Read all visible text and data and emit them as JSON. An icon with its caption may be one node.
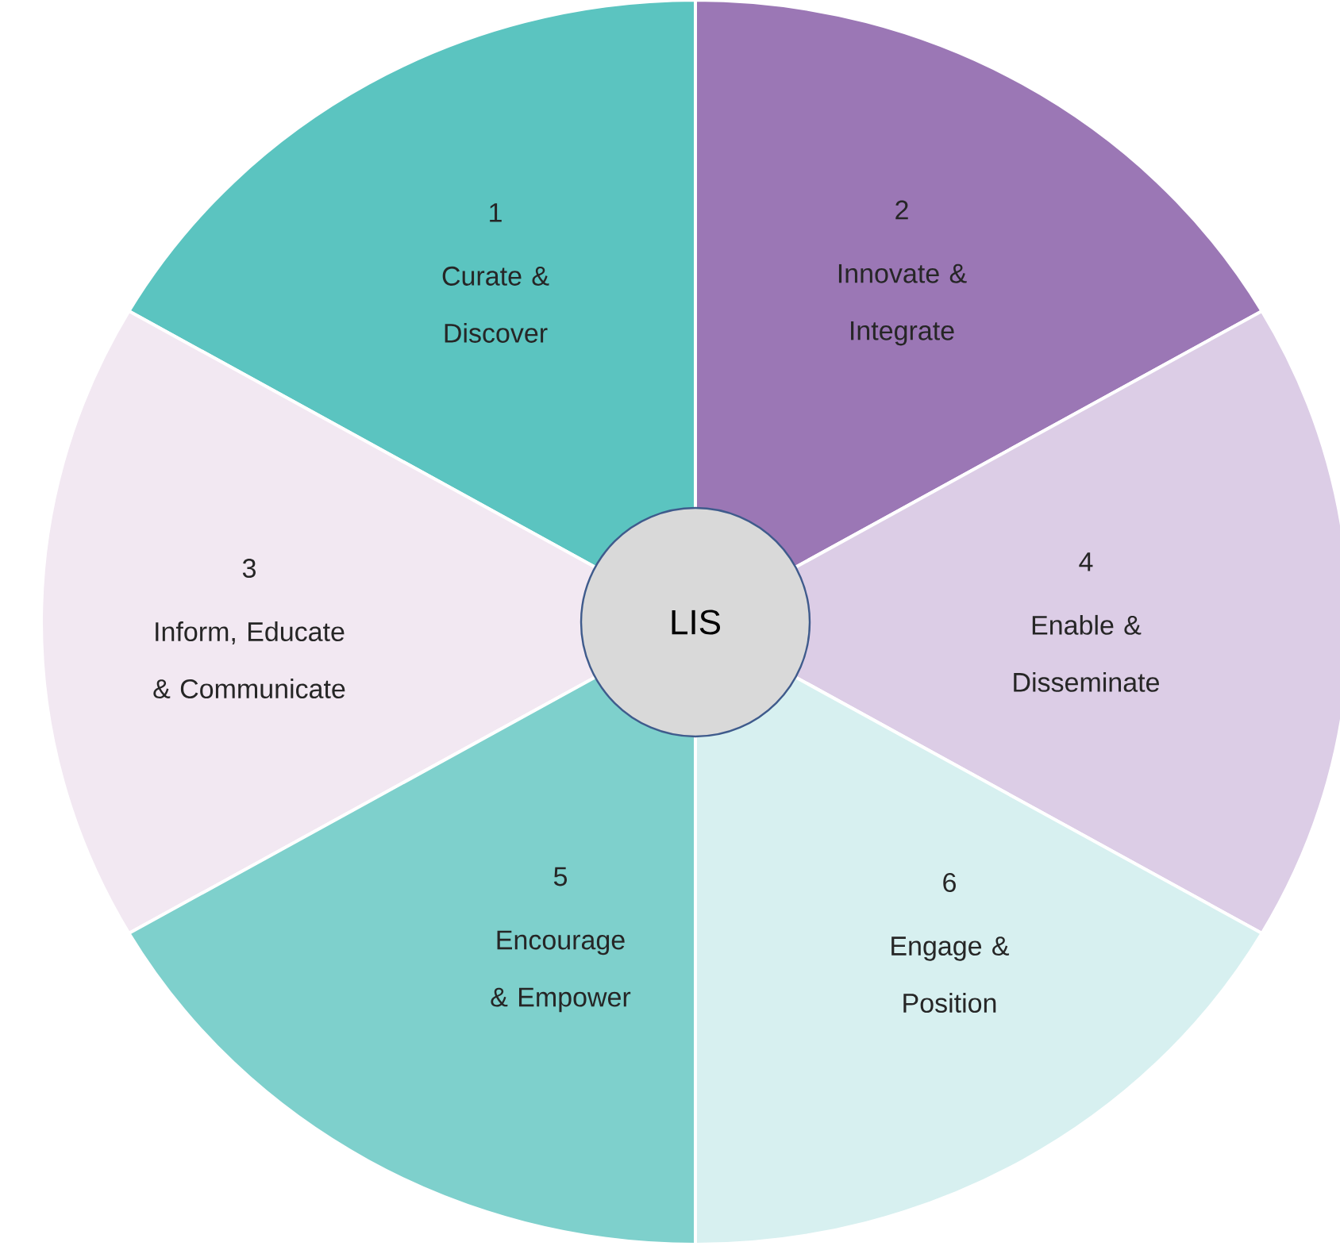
{
  "diagram": {
    "nodes": [
      {
        "text": [
          "1",
          "Curate & Discover"
        ]
      },
      {
        "text": [
          "2",
          "Innovate & Integrate"
        ]
      },
      {
        "text": [
          "3",
          "Inform, Educate & Communicate"
        ]
      },
      {
        "text": [
          "4",
          "Enable & Disseminate"
        ]
      },
      {
        "text": [
          "5",
          "Encourage & Empower"
        ]
      },
      {
        "text": [
          "6",
          "Engage & Position"
        ]
      },
      {
        "text": [
          "LIS"
        ]
      }
    ]
  }
}
